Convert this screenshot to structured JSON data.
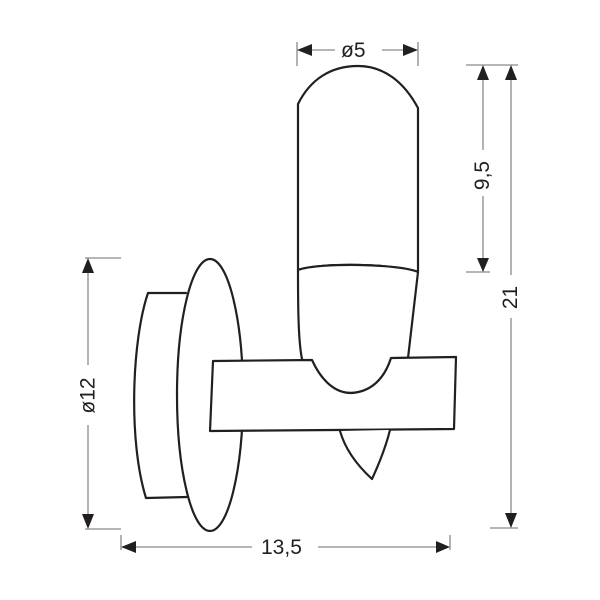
{
  "drawing": {
    "subject": "wall lamp technical dimension drawing",
    "line_color": "#231f20",
    "dimension_line_color": "#8a8a8a",
    "unit_hint": "cm"
  },
  "dimensions": {
    "shade_diameter": {
      "label": "ø5",
      "orientation": "horizontal"
    },
    "shade_height": {
      "label": "9,5",
      "orientation": "vertical"
    },
    "total_height": {
      "label": "21",
      "orientation": "vertical"
    },
    "base_diameter": {
      "label": "ø12",
      "orientation": "vertical"
    },
    "total_depth": {
      "label": "13,5",
      "orientation": "horizontal"
    }
  }
}
